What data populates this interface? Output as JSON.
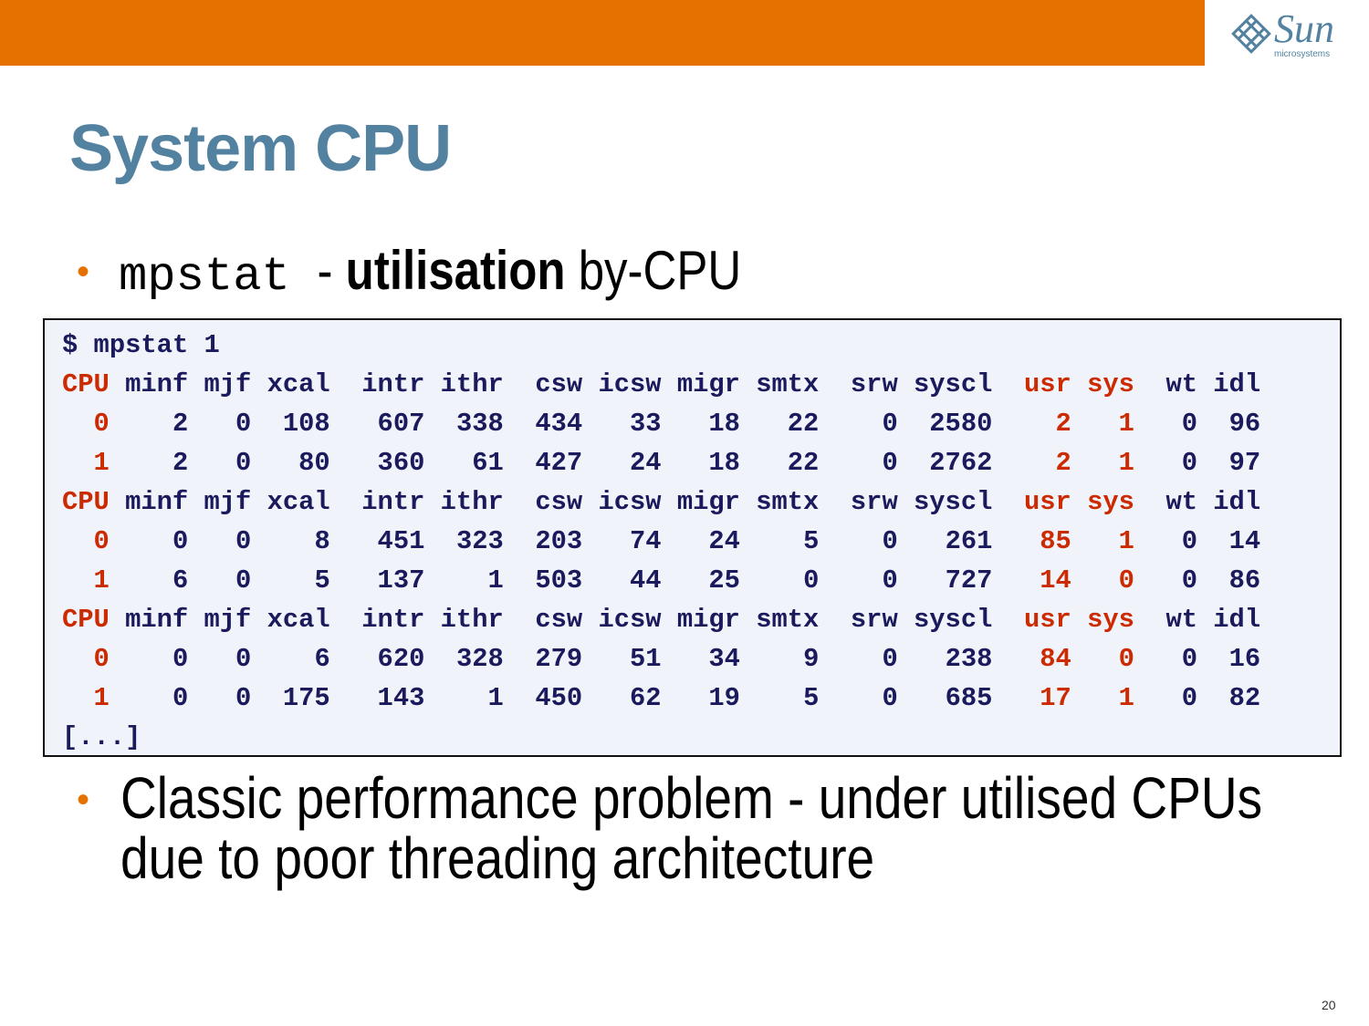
{
  "logo": {
    "word": "Sun",
    "sub": "microsystems"
  },
  "title": "System CPU",
  "bullet1": {
    "command": "mpstat",
    "sep": " - ",
    "bold": "utilisation",
    "rest": " by-CPU"
  },
  "terminal": {
    "prompt": "$ mpstat 1",
    "headers": [
      "CPU",
      "minf",
      "mjf",
      "xcal",
      "intr",
      "ithr",
      "csw",
      "icsw",
      "migr",
      "smtx",
      "srw",
      "syscl",
      "usr",
      "sys",
      "wt",
      "idl"
    ],
    "samples": [
      [
        [
          "0",
          "2",
          "0",
          "108",
          "607",
          "338",
          "434",
          "33",
          "18",
          "22",
          "0",
          "2580",
          "2",
          "1",
          "0",
          "96"
        ],
        [
          "1",
          "2",
          "0",
          "80",
          "360",
          "61",
          "427",
          "24",
          "18",
          "22",
          "0",
          "2762",
          "2",
          "1",
          "0",
          "97"
        ]
      ],
      [
        [
          "0",
          "0",
          "0",
          "8",
          "451",
          "323",
          "203",
          "74",
          "24",
          "5",
          "0",
          "261",
          "85",
          "1",
          "0",
          "14"
        ],
        [
          "1",
          "6",
          "0",
          "5",
          "137",
          "1",
          "503",
          "44",
          "25",
          "0",
          "0",
          "727",
          "14",
          "0",
          "0",
          "86"
        ]
      ],
      [
        [
          "0",
          "0",
          "0",
          "6",
          "620",
          "328",
          "279",
          "51",
          "34",
          "9",
          "0",
          "238",
          "84",
          "0",
          "0",
          "16"
        ],
        [
          "1",
          "0",
          "0",
          "175",
          "143",
          "1",
          "450",
          "62",
          "19",
          "5",
          "0",
          "685",
          "17",
          "1",
          "0",
          "82"
        ]
      ]
    ],
    "ellipsis": "[...]"
  },
  "bullet2": {
    "line1": "Classic performance problem - under utilised CPUs",
    "line2": "due to poor threading architecture"
  },
  "page_number": "20",
  "colors": {
    "orange": "#e57200",
    "title": "#5382a1",
    "navy": "#1a1a5c",
    "red": "#cc2a00"
  }
}
